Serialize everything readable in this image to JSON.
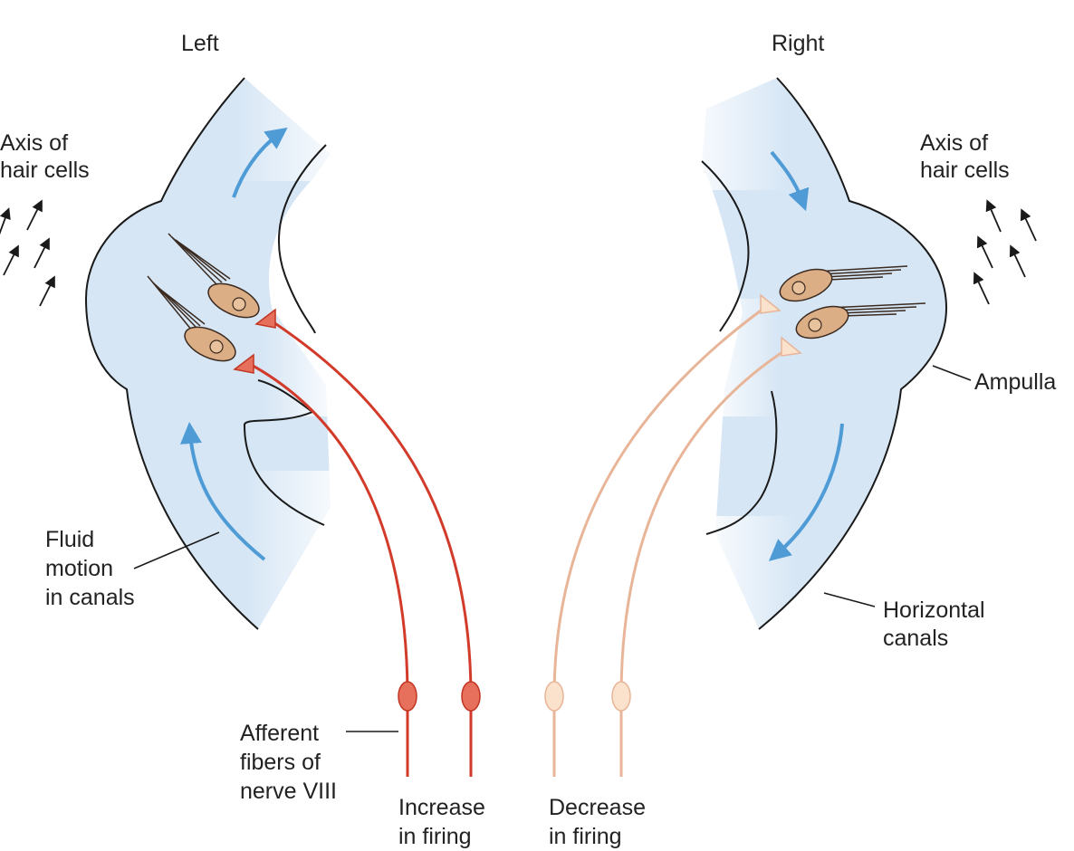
{
  "labels": {
    "left_title": "Left",
    "right_title": "Right",
    "axis_left": [
      "Axis of",
      "hair cells"
    ],
    "axis_right": [
      "Axis of",
      "hair cells"
    ],
    "ampulla": "Ampulla",
    "fluid_motion": [
      "Fluid",
      "motion",
      "in canals"
    ],
    "horizontal_canals": [
      "Horizontal",
      "canals"
    ],
    "afferent": [
      "Afferent",
      "fibers of",
      "nerve VIII"
    ],
    "increase": [
      "Increase",
      "in firing"
    ],
    "decrease": [
      "Decrease",
      "in firing"
    ]
  },
  "colors": {
    "canal_fill": "#d6e6f5",
    "canal_outline": "#1a1a1a",
    "flow_arrow": "#4e9bd6",
    "fiber_increase": "#d23b2a",
    "soma_increase": "#e7705c",
    "fiber_decrease": "#e8b598",
    "soma_decrease": "#fbe2cc",
    "hair_cell": "#dcae86"
  }
}
